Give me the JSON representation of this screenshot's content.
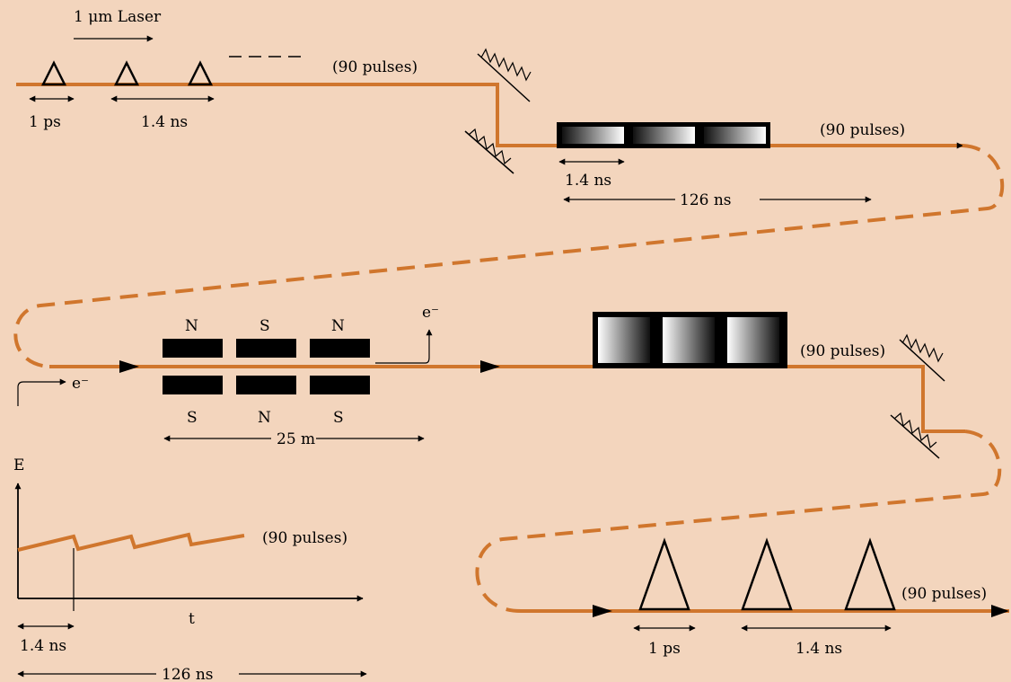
{
  "colors": {
    "background": "#f3d5bd",
    "beam": "#d0762d",
    "ink": "#000000"
  },
  "stage1": {
    "laser_label": "1 μm Laser",
    "pulses_label": "(90 pulses)",
    "pulse_width_label": "1 ps",
    "spacing_label": "1.4 ns"
  },
  "stage2": {
    "pulses_label": "(90 pulses)",
    "spacing_label": "1.4 ns",
    "train_label": "126 ns"
  },
  "undulator": {
    "top_poles": [
      "N",
      "S",
      "N"
    ],
    "bottom_poles": [
      "S",
      "N",
      "S"
    ],
    "electron_in_label": "e⁻",
    "electron_out_label": "e⁻",
    "length_label": "25 m"
  },
  "stage3": {
    "pulses_label": "(90 pulses)"
  },
  "energy_plot": {
    "ylabel": "E",
    "xlabel": "t",
    "pulses_label": "(90 pulses)",
    "spacing_label": "1.4 ns",
    "train_label": "126 ns"
  },
  "stage4": {
    "pulses_label": "(90 pulses)",
    "pulse_width_label": "1 ps",
    "spacing_label": "1.4 ns"
  }
}
